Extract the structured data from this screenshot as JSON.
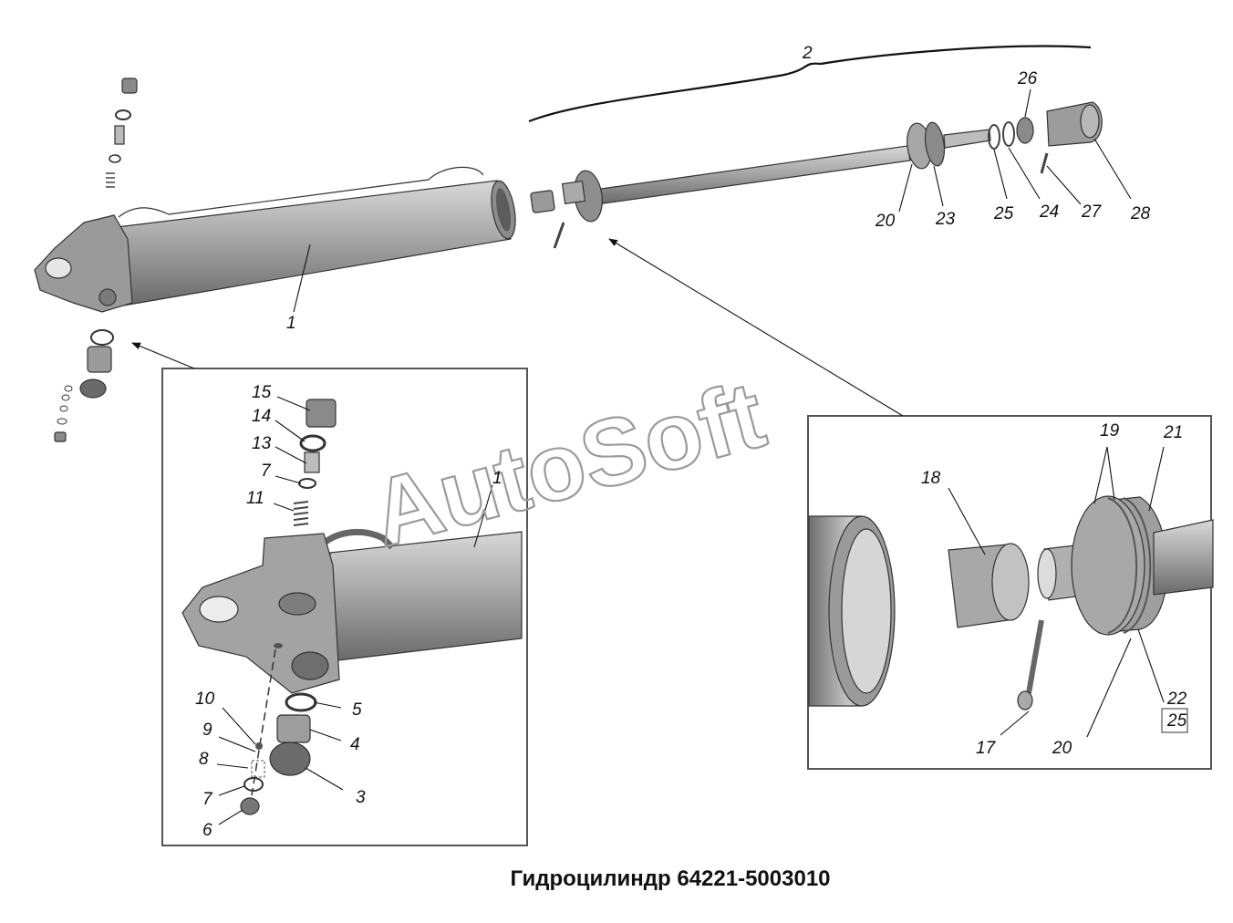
{
  "caption": "Гидроцилиндр 64221-5003010",
  "watermark": "AutoSoft",
  "colors": {
    "part_fill": "#a7a7a7",
    "part_dark": "#6f6f6f",
    "part_light": "#d4d4d4",
    "outline": "#333333",
    "frame": "#555555"
  },
  "labels": {
    "n1": "1",
    "n1b": "1",
    "n2": "2",
    "n3": "3",
    "n4": "4",
    "n5": "5",
    "n6": "6",
    "n7a": "7",
    "n7b": "7",
    "n8": "8",
    "n9": "9",
    "n10": "10",
    "n11": "11",
    "n13": "13",
    "n14": "14",
    "n15": "15",
    "n17": "17",
    "n18": "18",
    "n19": "19",
    "n20a": "20",
    "n20b": "20",
    "n21": "21",
    "n22": "22",
    "n23": "23",
    "n24": "24",
    "n25a": "25",
    "n25b": "25",
    "n26": "26",
    "n27": "27",
    "n28": "28"
  }
}
